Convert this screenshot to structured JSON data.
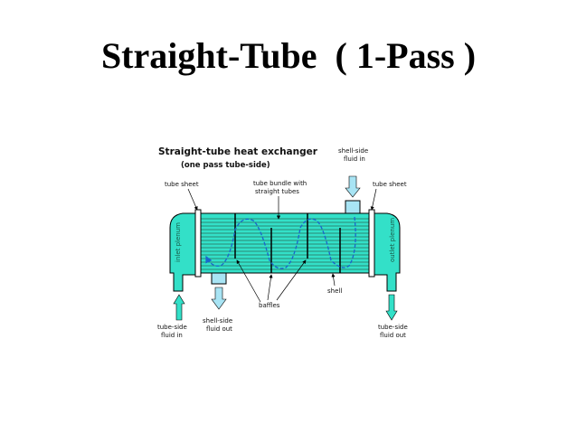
{
  "slide": {
    "title": "Straight-Tube  ( 1-Pass )"
  },
  "diagram": {
    "title": "Straight-tube heat exchanger",
    "subtitle": "(one pass tube-side)",
    "labels": {
      "tube_sheet_left": "tube sheet",
      "tube_sheet_right": "tube sheet",
      "tube_bundle_line1": "tube bundle with",
      "tube_bundle_line2": "straight tubes",
      "shell_side_in_line1": "shell-side",
      "shell_side_in_line2": "fluid in",
      "shell_side_out_line1": "shell-side",
      "shell_side_out_line2": "fluid out",
      "tube_side_in_line1": "tube-side",
      "tube_side_in_line2": "fluid in",
      "tube_side_out_line1": "tube-side",
      "tube_side_out_line2": "fluid out",
      "baffles": "baffles",
      "shell": "shell",
      "inlet_plenum": "inlet plenum",
      "outlet_plenum": "outlet plenum"
    },
    "colors": {
      "fluid": "#33e0c8",
      "fluid_light": "#a8e4f4",
      "tube": "#2a6a5a",
      "flow_arrow": "#1a66cc",
      "outline": "#000000"
    }
  }
}
